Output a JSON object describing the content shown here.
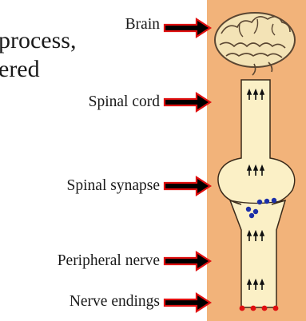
{
  "slide_text": {
    "line1": "process,",
    "line2": "ered"
  },
  "labels": {
    "brain": "Brain",
    "spinal_cord": "Spinal cord",
    "spinal_synapse": "Spinal synapse",
    "peripheral_nerve": "Peripheral nerve",
    "nerve_endings": "Nerve endings"
  },
  "colors": {
    "panel": "#f2b37a",
    "nerve_fill": "#fbf0c6",
    "arrow_fill": "#000000",
    "arrow_outline": "#e01010",
    "dots_blue": "#1c2fa8",
    "dots_red": "#e01010",
    "brain_fill": "#f3e3b6"
  },
  "icons": {
    "brain": "brain-illustration",
    "arrow": "right-pointing-arrow",
    "signal": "upward-triple-arrow"
  }
}
